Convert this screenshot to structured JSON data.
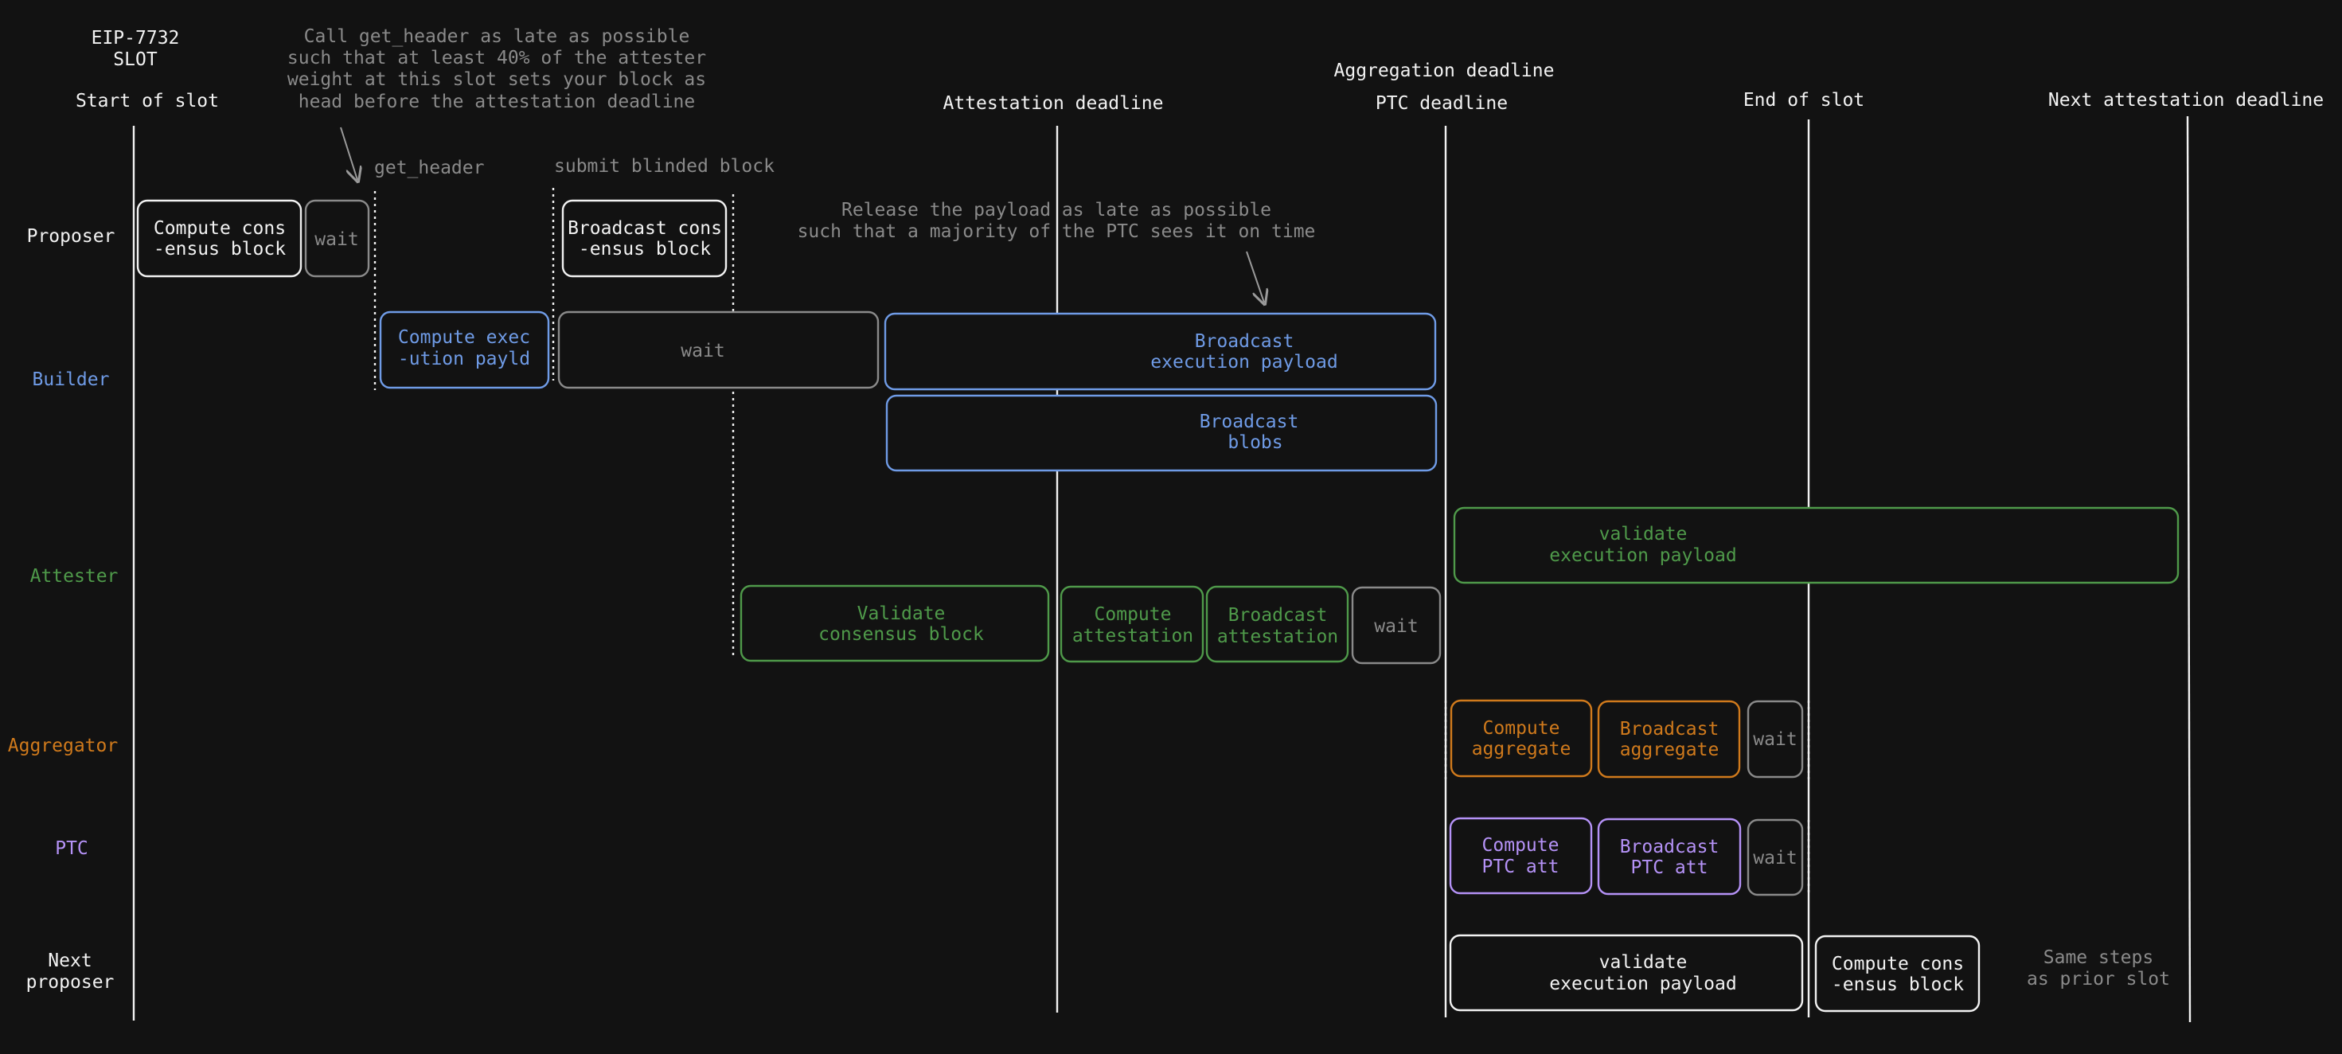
{
  "header": {
    "title_line1": "EIP-7732",
    "title_line2": "SLOT"
  },
  "markers": {
    "start": "Start of slot",
    "attestation": "Attestation deadline",
    "aggregation": "Aggregation deadline",
    "ptc": "PTC deadline",
    "end": "End of slot",
    "next_attestation": "Next attestation deadline",
    "get_header": "get_header",
    "submit_blinded": "submit blinded block"
  },
  "notes": {
    "get_header_note": [
      "Call get_header as late as possible",
      "such that at least 40% of the attester",
      "weight at this slot sets your block as",
      "head before the attestation deadline"
    ],
    "payload_note": [
      "Release the payload as late as possible",
      "such that a majority of the PTC sees it on time"
    ]
  },
  "roles": {
    "proposer": "Proposer",
    "builder": "Builder",
    "attester": "Attester",
    "aggregator": "Aggregator",
    "ptc": "PTC",
    "next_proposer": [
      "Next",
      "proposer"
    ]
  },
  "colors": {
    "background": "#121212",
    "white": "#f2f2f2",
    "grey": "#8a8a8a",
    "blue": "#6f9be6",
    "green": "#4f9a4a",
    "orange": "#d07a1c",
    "purple": "#b592f7"
  },
  "boxes": {
    "proposer_compute": [
      "Compute cons",
      "-ensus block"
    ],
    "proposer_wait": [
      "wait"
    ],
    "proposer_broadcast": [
      "Broadcast cons",
      "-ensus block"
    ],
    "builder_compute": [
      "Compute exec",
      "-ution payld"
    ],
    "builder_wait": [
      "wait"
    ],
    "builder_payload": [
      "Broadcast",
      "execution payload"
    ],
    "builder_blobs": [
      "Broadcast",
      "blobs"
    ],
    "attester_validate_payload": [
      "validate",
      "execution payload"
    ],
    "attester_validate_block": [
      "Validate",
      "consensus block"
    ],
    "attester_compute": [
      "Compute",
      "attestation"
    ],
    "attester_broadcast": [
      "Broadcast",
      "attestation"
    ],
    "attester_wait": [
      "wait"
    ],
    "aggregator_compute": [
      "Compute",
      "aggregate"
    ],
    "aggregator_broadcast": [
      "Broadcast",
      "aggregate"
    ],
    "aggregator_wait": [
      "wait"
    ],
    "ptc_compute": [
      "Compute",
      "PTC att"
    ],
    "ptc_broadcast": [
      "Broadcast",
      "PTC att"
    ],
    "ptc_wait": [
      "wait"
    ],
    "next_validate": [
      "validate",
      "execution payload"
    ],
    "next_compute": [
      "Compute cons",
      "-ensus block"
    ],
    "next_same_steps": [
      "Same steps",
      "as prior slot"
    ]
  }
}
